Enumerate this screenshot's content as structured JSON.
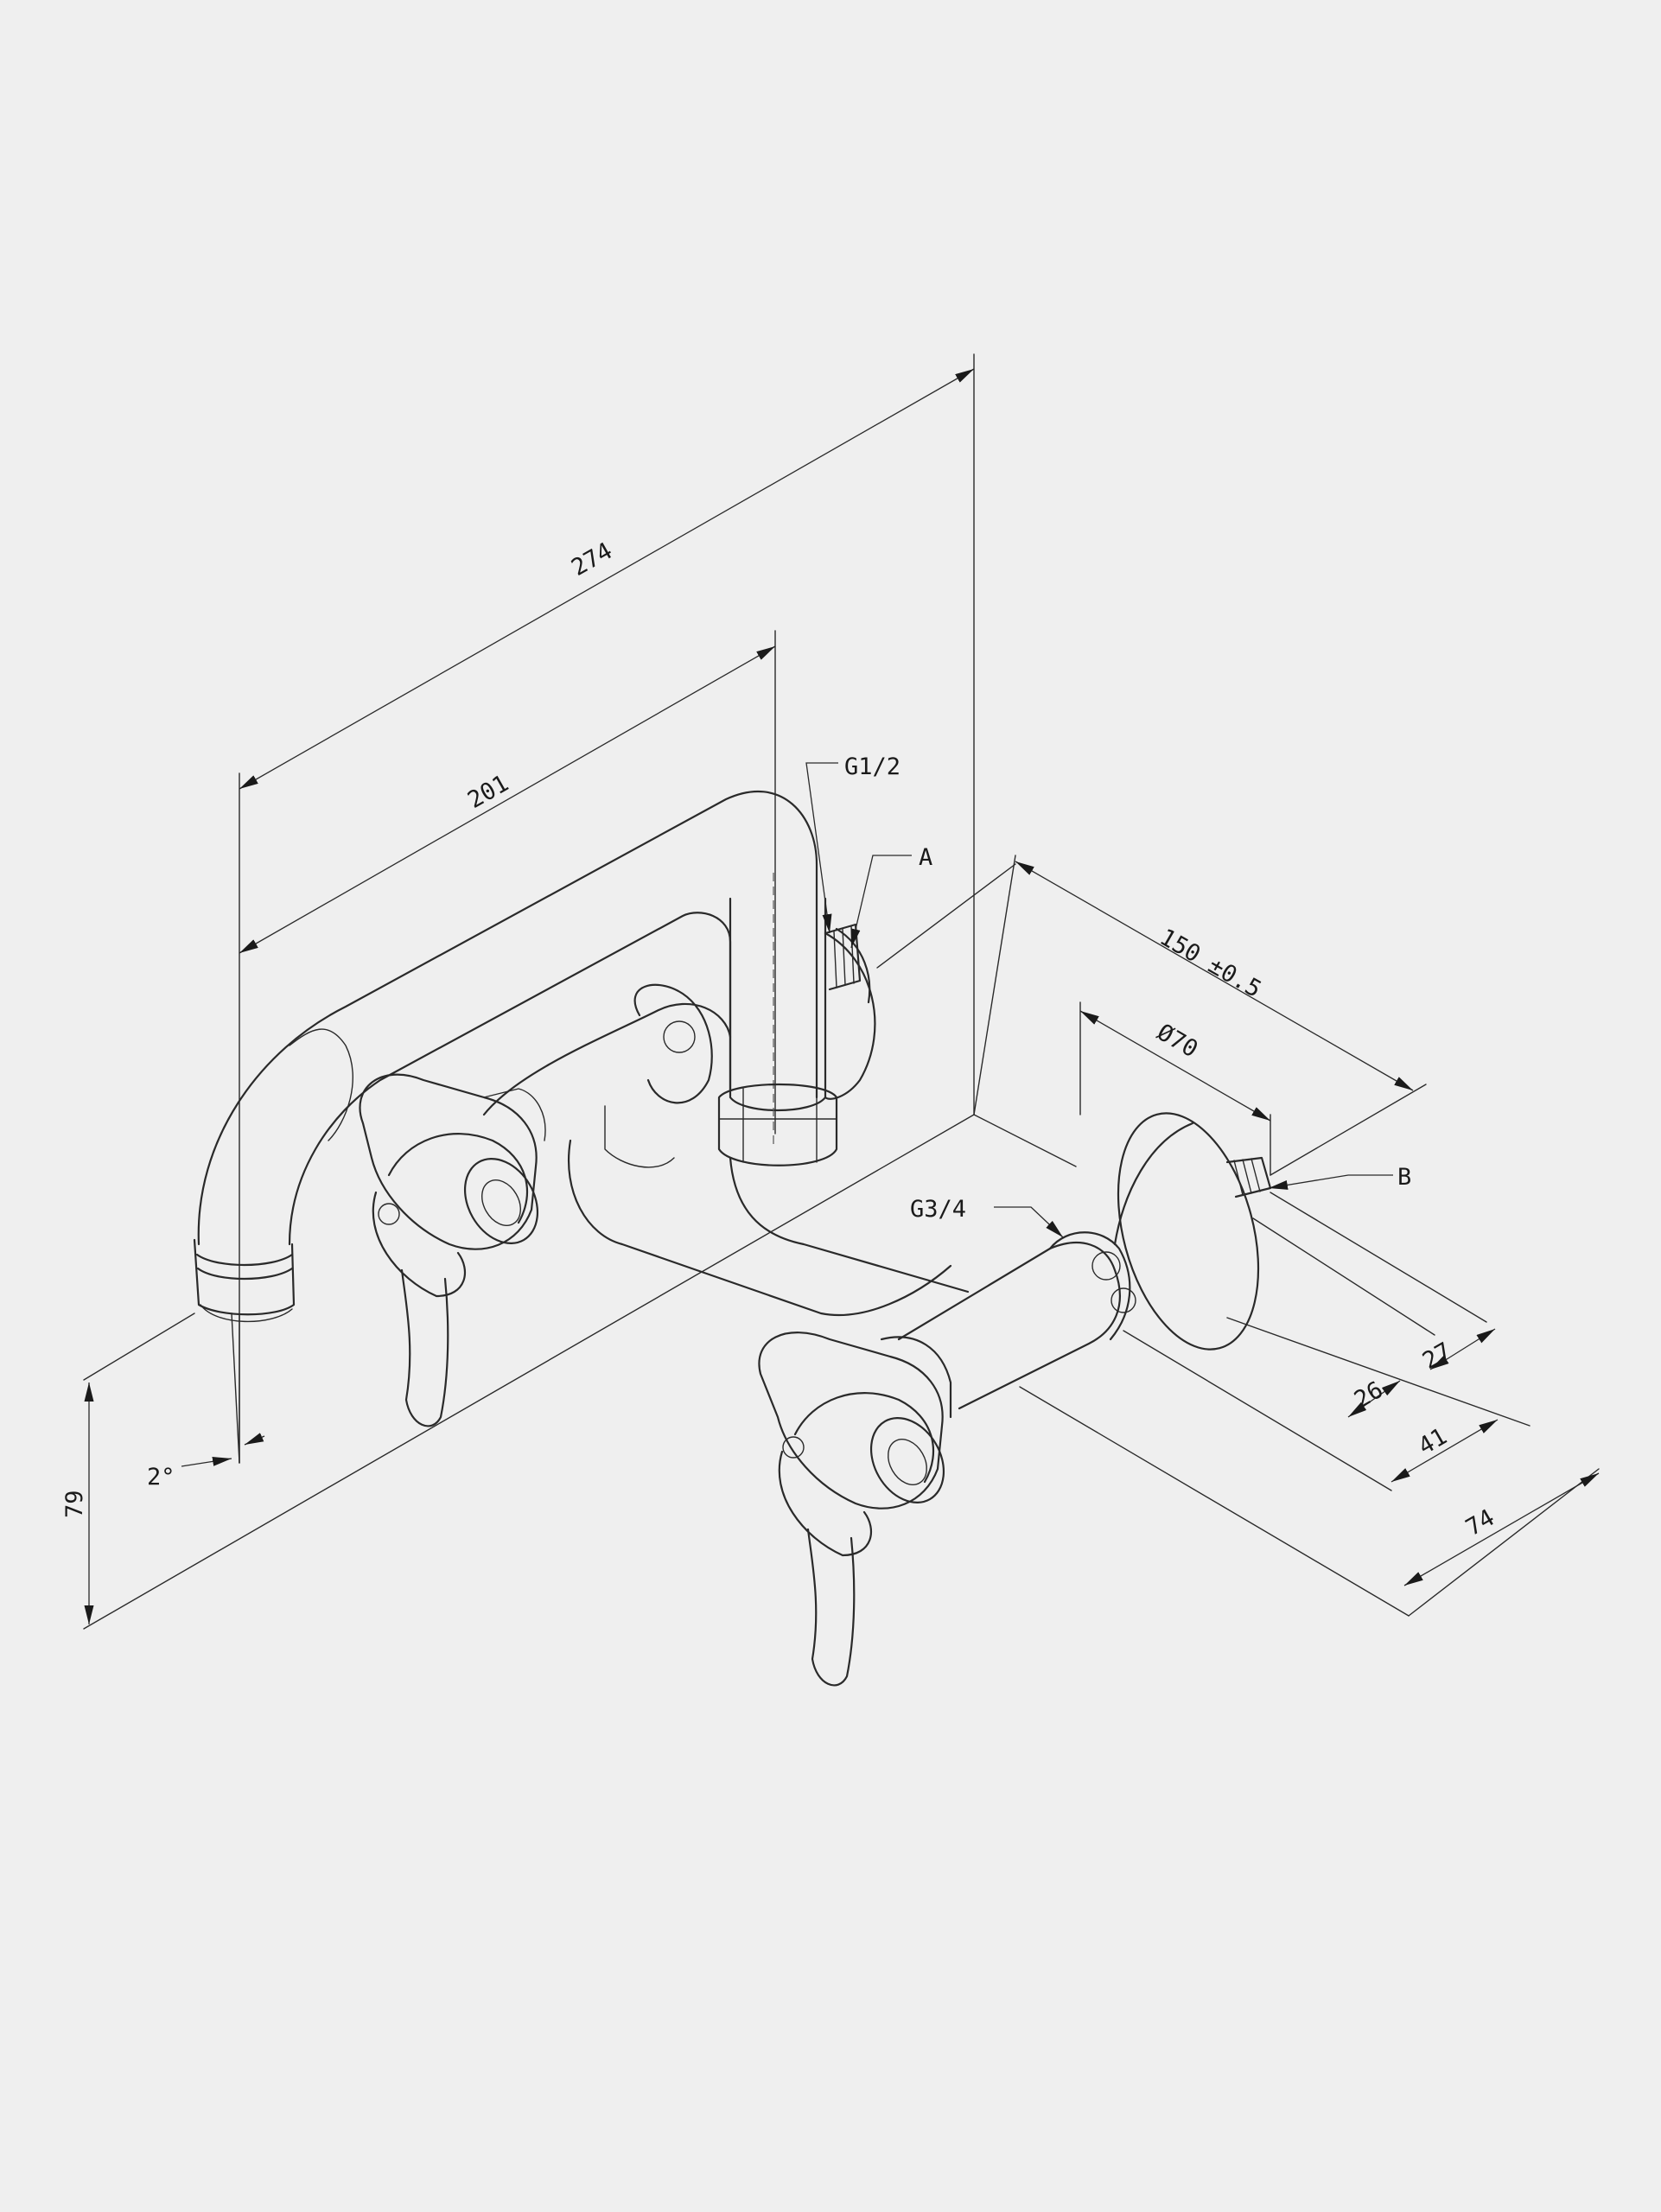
{
  "dimensions": {
    "d274": "274",
    "d201": "201",
    "d150": "150  ±0.5",
    "d70": "Ø70",
    "d27": "27",
    "d26": "26",
    "d41": "41",
    "d74": "74",
    "d79": "79",
    "angle": "2°"
  },
  "callouts": {
    "g12": "G1/2",
    "a": "A",
    "b": "B",
    "g34": "G3/4"
  },
  "colors": {
    "background": "#efefef",
    "line": "#2a2a2a"
  }
}
